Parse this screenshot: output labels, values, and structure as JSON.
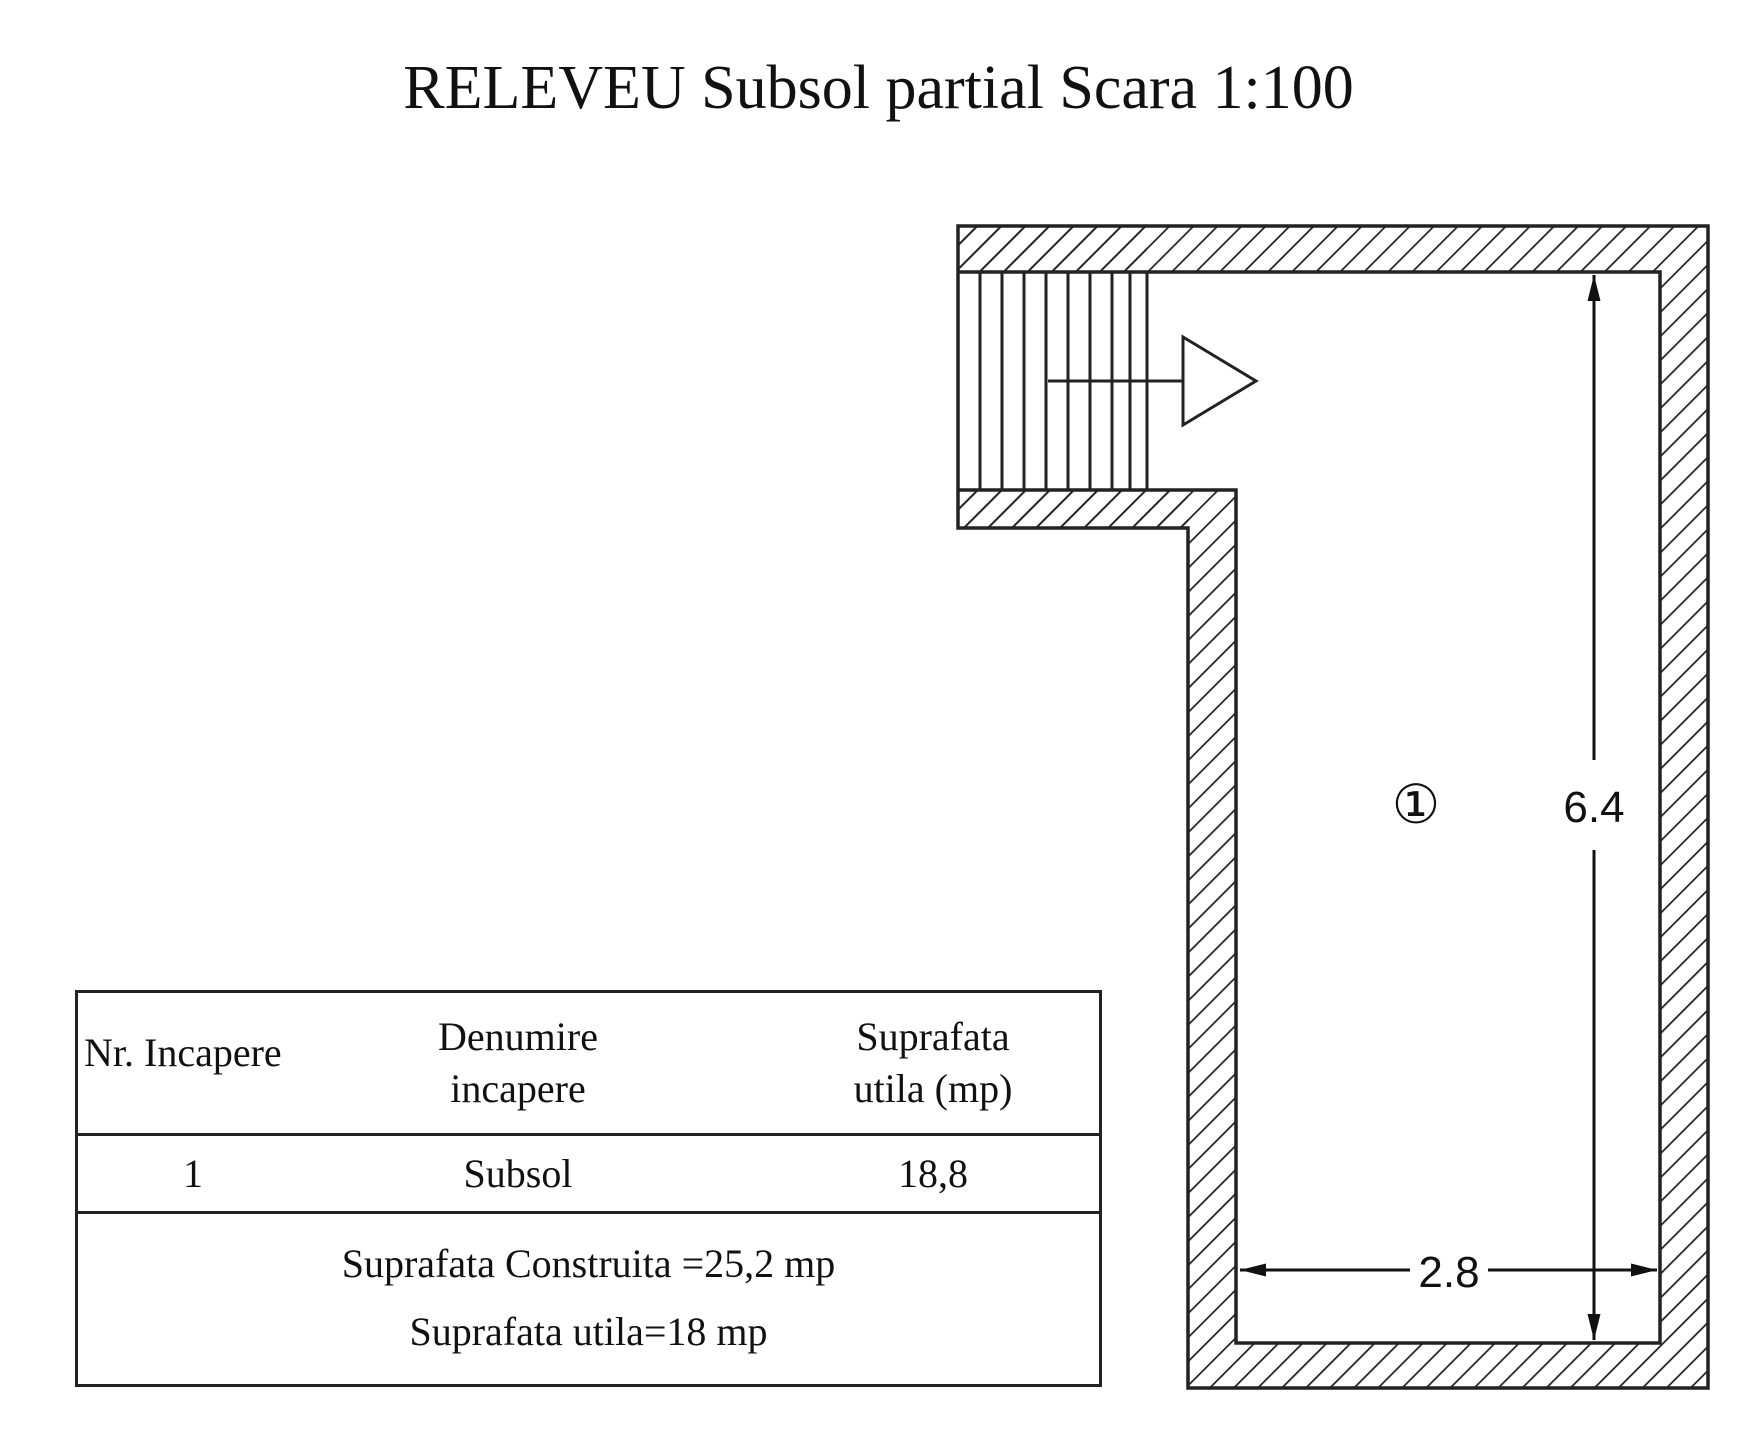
{
  "title": "RELEVEU Subsol partial Scara 1:100",
  "plan": {
    "room_marker": "①",
    "dim_height": "6.4",
    "dim_width": "2.8"
  },
  "legend": {
    "headers": {
      "nr": "Nr. Incapere",
      "name_line1": "Denumire",
      "name_line2": "incapere",
      "area_line1": "Suprafata",
      "area_line2": "utila (mp)"
    },
    "rows": [
      {
        "nr": "1",
        "name": "Subsol",
        "area": "18,8"
      }
    ],
    "footer": {
      "built": "Suprafata Construita =25,2  mp",
      "useful": "Suprafata utila=18  mp"
    }
  }
}
